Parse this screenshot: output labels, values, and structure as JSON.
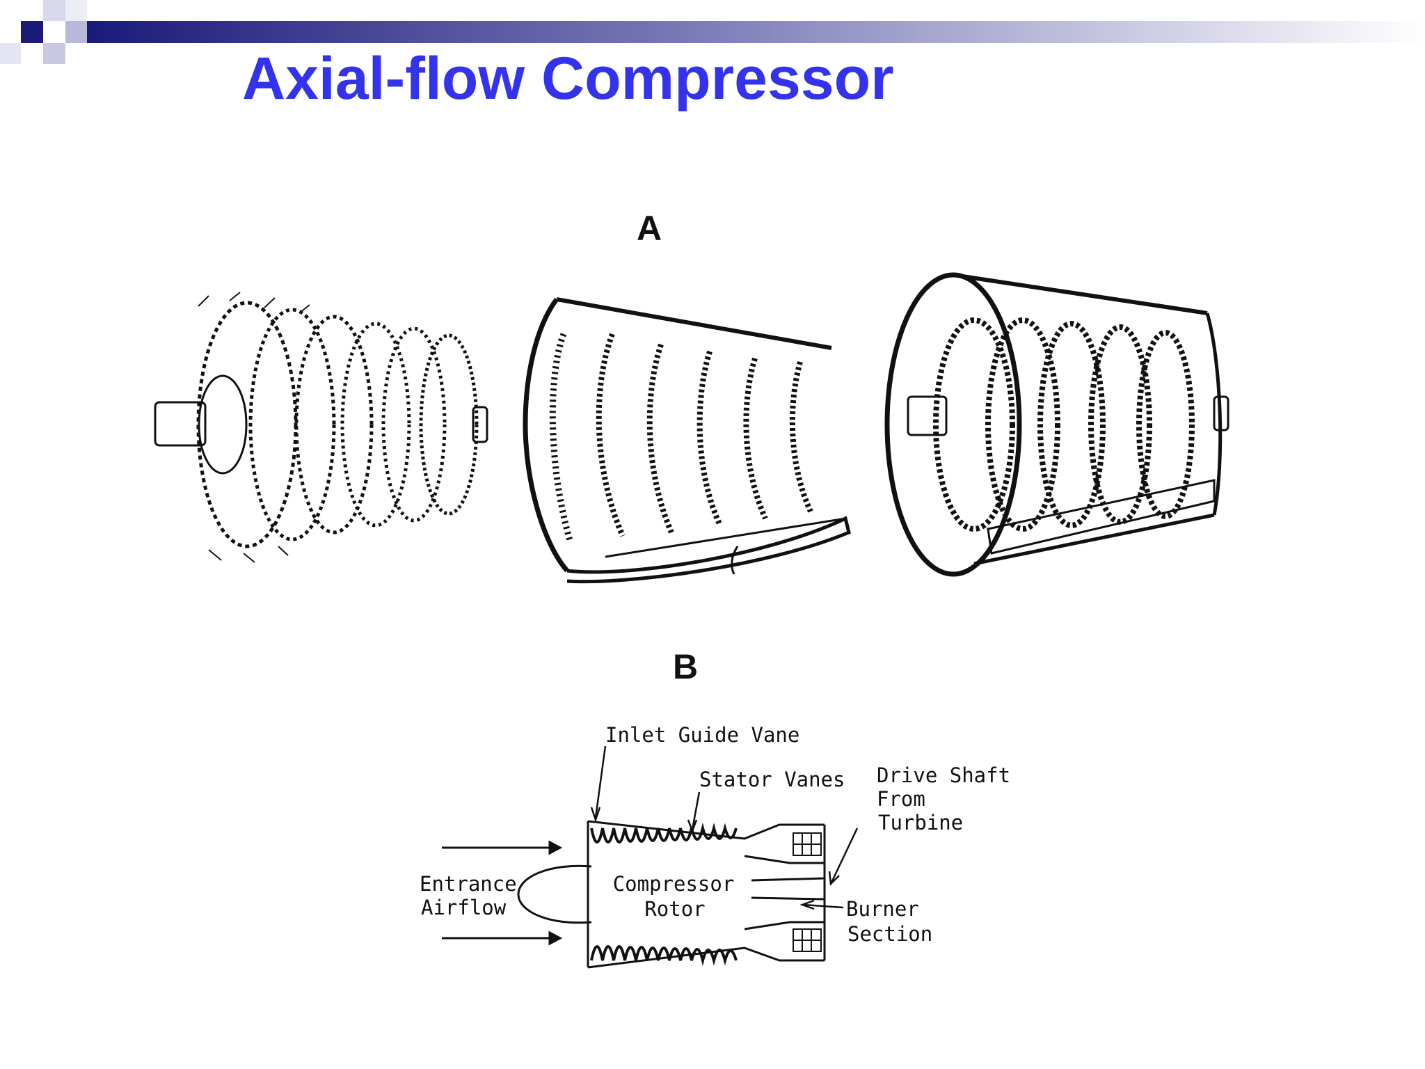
{
  "slide": {
    "title": "Axial-flow Compressor",
    "accent_color": "#3333ee",
    "header_gradient": [
      "#1a1a7a",
      "#ffffff"
    ]
  },
  "figure": {
    "panel_a": {
      "label": "A"
    },
    "panel_b": {
      "label": "B",
      "callouts": {
        "inlet_guide_vane": "Inlet Guide Vane",
        "stator_vanes": "Stator Vanes",
        "drive_shaft": [
          "Drive Shaft",
          "From",
          "Turbine"
        ],
        "entrance_airflow": [
          "Entrance",
          "Airflow"
        ],
        "compressor_rotor": [
          "Compressor",
          "Rotor"
        ],
        "burner_section": [
          "Burner",
          "Section"
        ]
      }
    }
  }
}
